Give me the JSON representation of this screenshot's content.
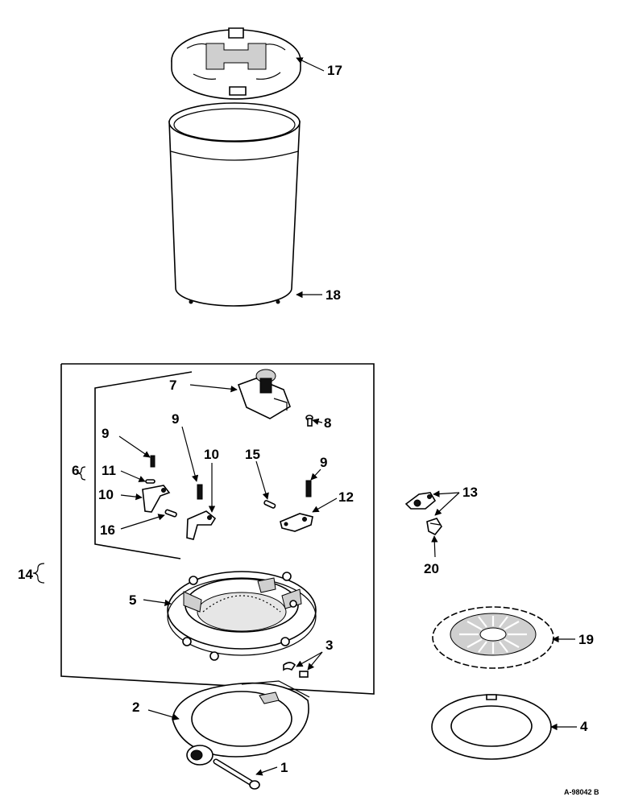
{
  "diagram": {
    "callouts": [
      {
        "id": "c1",
        "text": "1"
      },
      {
        "id": "c2",
        "text": "2"
      },
      {
        "id": "c3",
        "text": "3"
      },
      {
        "id": "c4",
        "text": "4"
      },
      {
        "id": "c5",
        "text": "5"
      },
      {
        "id": "c6",
        "text": "6"
      },
      {
        "id": "c7",
        "text": "7"
      },
      {
        "id": "c8",
        "text": "8"
      },
      {
        "id": "c9a",
        "text": "9"
      },
      {
        "id": "c9b",
        "text": "9"
      },
      {
        "id": "c9c",
        "text": "9"
      },
      {
        "id": "c10a",
        "text": "10"
      },
      {
        "id": "c10b",
        "text": "10"
      },
      {
        "id": "c11",
        "text": "11"
      },
      {
        "id": "c12",
        "text": "12"
      },
      {
        "id": "c13",
        "text": "13"
      },
      {
        "id": "c14",
        "text": "14"
      },
      {
        "id": "c15",
        "text": "15"
      },
      {
        "id": "c16",
        "text": "16"
      },
      {
        "id": "c17",
        "text": "17"
      },
      {
        "id": "c18",
        "text": "18"
      },
      {
        "id": "c19",
        "text": "19"
      },
      {
        "id": "c20",
        "text": "20"
      }
    ],
    "drawing_code": "A-98042 B"
  }
}
